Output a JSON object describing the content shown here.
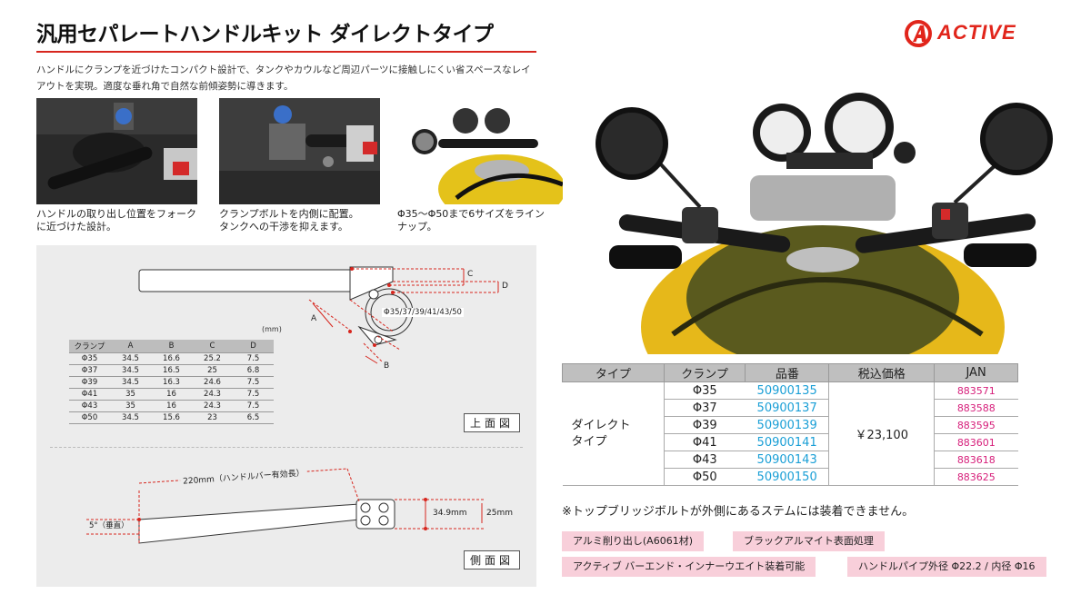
{
  "header": {
    "title": "汎用セパレートハンドルキット ダイレクトタイプ",
    "brand": "ACTIVE",
    "brand_color": "#e1251b"
  },
  "intro": {
    "line1": "ハンドルにクランプを近づけたコンパクト設計で、タンクやカウルなど周辺パーツに接触しにくい省スペースなレイ",
    "line2": "アウトを実現。適度な垂れ角で自然な前傾姿勢に導きます。"
  },
  "features": [
    {
      "caption1": "ハンドルの取り出し位置をフォーク",
      "caption2": "に近づけた設計。"
    },
    {
      "caption1": "クランプボルトを内側に配置。",
      "caption2": "タンクへの干渉を抑えます。"
    },
    {
      "caption1": "Φ35～Φ50まで6サイズをライン",
      "caption2": "ナップ。"
    }
  ],
  "top_view": {
    "label": "上面図",
    "clamp_label": "Φ35/37/39/41/43/50",
    "dim_a": "A",
    "dim_b": "B",
    "dim_c": "C",
    "dim_d": "D",
    "unit": "(mm)",
    "table": {
      "headers": [
        "クランプ",
        "A",
        "B",
        "C",
        "D"
      ],
      "rows": [
        [
          "Φ35",
          "34.5",
          "16.6",
          "25.2",
          "7.5"
        ],
        [
          "Φ37",
          "34.5",
          "16.5",
          "25",
          "6.8"
        ],
        [
          "Φ39",
          "34.5",
          "16.3",
          "24.6",
          "7.5"
        ],
        [
          "Φ41",
          "35",
          "16",
          "24.3",
          "7.5"
        ],
        [
          "Φ43",
          "35",
          "16",
          "24.3",
          "7.5"
        ],
        [
          "Φ50",
          "34.5",
          "15.6",
          "23",
          "6.5"
        ]
      ]
    }
  },
  "side_view": {
    "label": "側面図",
    "length": "220mm（ハンドルバー有効長）",
    "angle": "5°（垂直）",
    "height1": "34.9mm",
    "height2": "25mm"
  },
  "spec_table": {
    "headers": [
      "タイプ",
      "クランプ",
      "品番",
      "税込価格",
      "JAN"
    ],
    "type_line1": "ダイレクト",
    "type_line2": "タイプ",
    "price": "￥23,100",
    "rows": [
      {
        "clamp": "Φ35",
        "part": "50900135",
        "jan": "883571"
      },
      {
        "clamp": "Φ37",
        "part": "50900137",
        "jan": "883588"
      },
      {
        "clamp": "Φ39",
        "part": "50900139",
        "jan": "883595"
      },
      {
        "clamp": "Φ41",
        "part": "50900141",
        "jan": "883601"
      },
      {
        "clamp": "Φ43",
        "part": "50900143",
        "jan": "883618"
      },
      {
        "clamp": "Φ50",
        "part": "50900150",
        "jan": "883625"
      }
    ],
    "part_color": "#1a9fd6",
    "jan_color": "#d61e7a"
  },
  "note": "※トップブリッジボルトが外側にあるステムには装着できません。",
  "badges": [
    "アルミ削り出し(A6061材)",
    "ブラックアルマイト表面処理",
    "アクティブ バーエンド・インナーウエイト装着可能",
    "ハンドルパイプ外径 Φ22.2 / 内径 Φ16"
  ]
}
